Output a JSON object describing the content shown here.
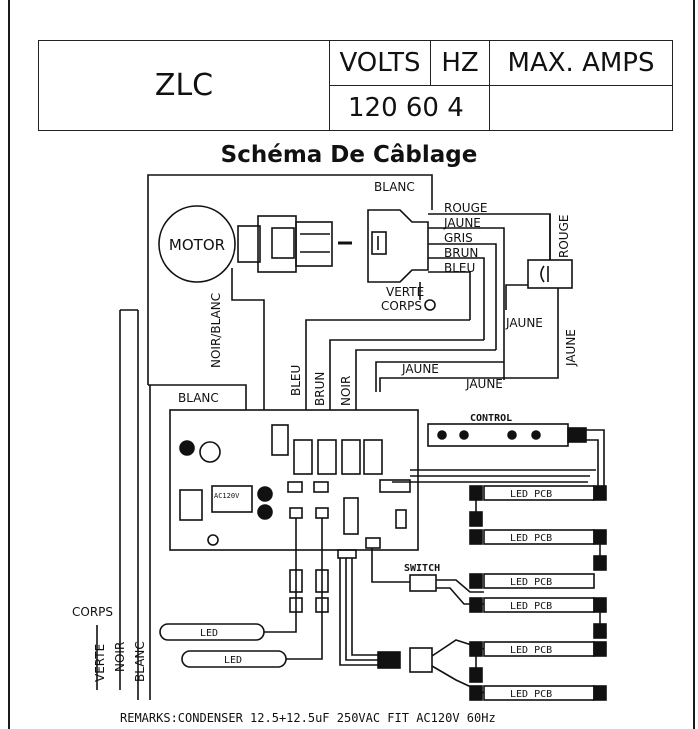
{
  "spec_table": {
    "model": "ZLC",
    "header_volts": "VOLTS",
    "header_hz": "HZ",
    "header_amps": "MAX. AMPS",
    "values": "120 60 4"
  },
  "title": "Schéma De Câblage",
  "labels": {
    "motor": "MOTOR",
    "blanc_top": "BLANC",
    "rouge": "ROUGE",
    "jaune": "JAUNE",
    "gris": "GRIS",
    "brun": "BRUN",
    "bleu": "BLEU",
    "verte": "VERTE",
    "corps": "CORPS",
    "rouge_cap": "ROUGE",
    "jaune_cap_left": "JAUNE",
    "jaune_cap_vert": "JAUNE",
    "noir_blanc": "NOIR/BLANC",
    "blanc_board": "BLANC",
    "bleu_v": "BLEU",
    "brun_v": "BRUN",
    "noir_v": "NOIR",
    "jaune_mid": "JAUNE",
    "jaune_low": "JAUNE",
    "control": "CONTROL",
    "led_pcb": "LED PCB",
    "switch": "SWITCH",
    "led": "LED",
    "corps_bottom": "CORPS",
    "verte_bottom": "VERTE",
    "noir_bottom": "NOIR",
    "blanc_bottom": "BLANC",
    "ac120v": "AC120V"
  },
  "remarks": "REMARKS:CONDENSER 12.5+12.5uF   250VAC FIT AC120V 60Hz"
}
